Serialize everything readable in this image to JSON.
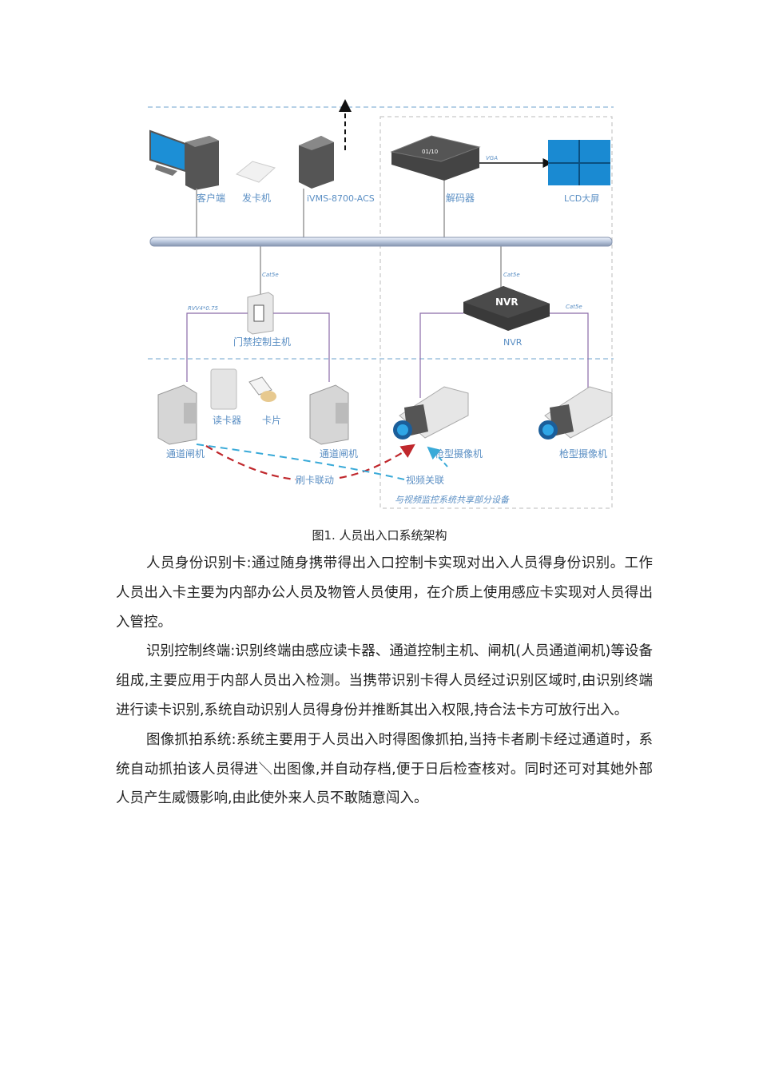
{
  "figure": {
    "caption": "图1. 人员出入口系统架构",
    "labels": {
      "client": "客户端",
      "card_issuer": "发卡机",
      "server": "iVMS-8700-ACS",
      "decoder": "解码器",
      "lcd": "LCD大屏",
      "vga": "VGA",
      "cat5e_1": "Cat5e",
      "cat5e_2": "Cat5e",
      "cat5e_3": "Cat5e",
      "rvv": "RVV4*0.75",
      "controller": "门禁控制主机",
      "nvr_device": "NVR",
      "nvr": "NVR",
      "decoder_icon": "01/10",
      "gate_left": "通道闸机",
      "gate_right": "通道闸机",
      "reader": "读卡器",
      "card": "卡片",
      "camera_1": "枪型摄像机",
      "camera_2": "枪型摄像机",
      "swipe_link": "刷卡联动",
      "video_link": "视频关联",
      "shared_note": "与视频监控系统共享部分设备"
    },
    "colors": {
      "accent_blue": "#5b8fc4",
      "red_arrow": "#c0282d",
      "cyan_arrow": "#3aaad8",
      "purple_line": "#8a6aa8"
    }
  },
  "paragraphs": [
    "人员身份识别卡:通过随身携带得出入口控制卡实现对出入人员得身份识别。工作人员出入卡主要为内部办公人员及物管人员使用，在介质上使用感应卡实现对人员得出入管控。",
    "识别控制终端:识别终端由感应读卡器、通道控制主机、闸机(人员通道闸机)等设备组成,主要应用于内部人员出入检测。当携带识别卡得人员经过识别区域时,由识别终端进行读卡识别,系统自动识别人员得身份并推断其出入权限,持合法卡方可放行出入。",
    "图像抓拍系统:系统主要用于人员出入时得图像抓拍,当持卡者刷卡经过通道时，系统自动抓拍该人员得进＼出图像,并自动存档,便于日后检查核对。同时还可对其她外部人员产生威慑影响,由此使外来人员不敢随意闯入。"
  ]
}
